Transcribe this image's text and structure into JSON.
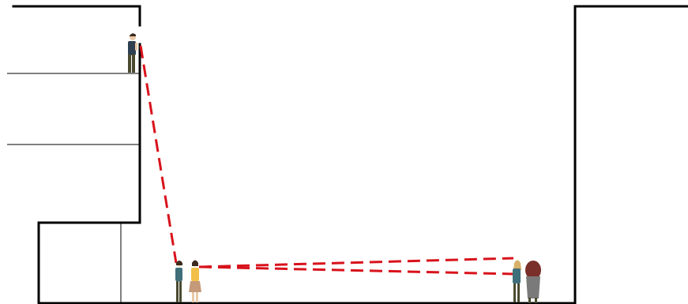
{
  "colors": {
    "structure": "#000000",
    "sightline": "#d8121b",
    "background": "#ffffff",
    "person_dark_coat": "#2f3f52",
    "person_trousers": "#4a4a30",
    "person_skin": "#e9c9a8",
    "person_hair_dark": "#3b2a20",
    "person_hair_blond": "#d7b06a",
    "person_yellow_top": "#f2c04a",
    "person_skirt": "#c49a7a",
    "person_grey_coat": "#7a7a7a",
    "person_red_hair": "#7a2f2a",
    "person_teal_jacket": "#3f6f7a"
  },
  "people": [
    {
      "id": "upper-balcony-observer",
      "icon": "standing-man-icon"
    },
    {
      "id": "street-pair-left",
      "icon": "two-women-icon"
    },
    {
      "id": "street-pair-right",
      "icon": "two-women-icon"
    }
  ],
  "sightlines": [
    {
      "id": "balcony-to-street-left",
      "style": "dashed"
    },
    {
      "id": "street-left-to-right-upper",
      "style": "dashed"
    },
    {
      "id": "street-left-to-right-lower",
      "style": "dashed"
    }
  ]
}
